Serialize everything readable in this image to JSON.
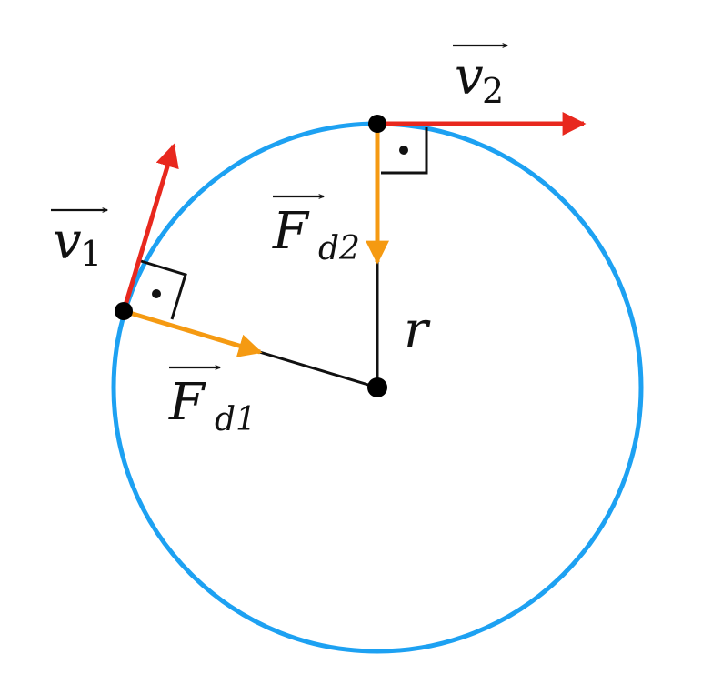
{
  "colors": {
    "circle": "#1DA1F2",
    "velocity": "#E8281E",
    "force": "#F59A12",
    "radius": "#111111",
    "point": "#000000"
  },
  "labels": {
    "v1": {
      "base": "v",
      "sub": "1"
    },
    "v2": {
      "base": "v",
      "sub": "2"
    },
    "fd1": {
      "base": "F",
      "sub": "d1"
    },
    "fd2": {
      "base": "F",
      "sub": "d2"
    },
    "r": "r"
  }
}
